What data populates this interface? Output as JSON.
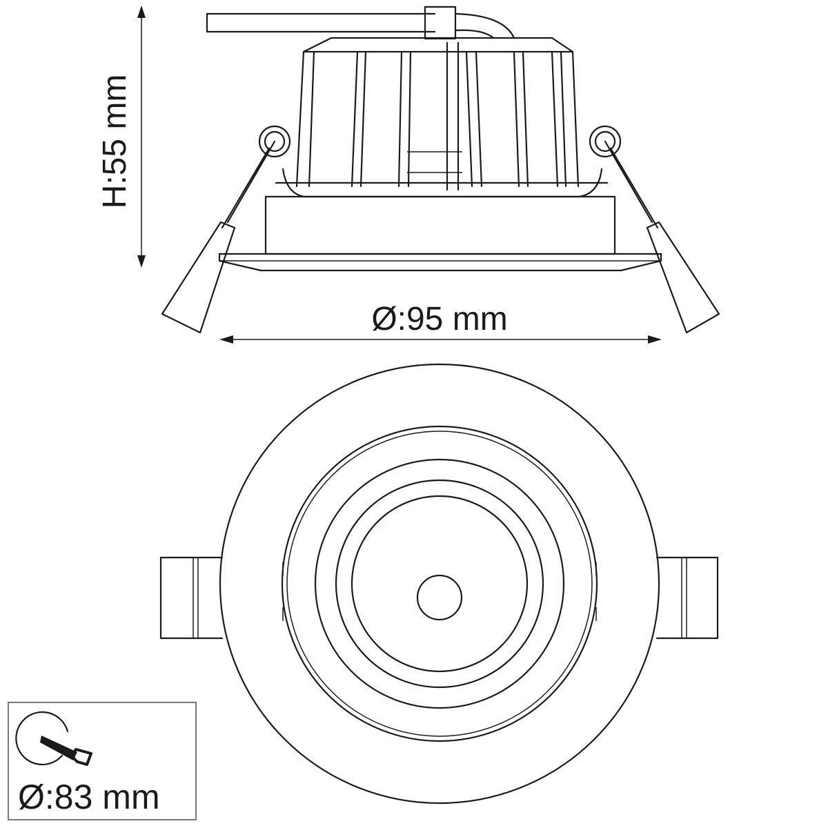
{
  "dimensions": {
    "height_label": "H:55 mm",
    "diameter_label": "Ø:95 mm",
    "cutout_label": "Ø:83 mm"
  },
  "icons": {
    "cutout": "hole-saw-icon"
  },
  "colors": {
    "line": "#1a1a1a",
    "background": "#ffffff"
  }
}
